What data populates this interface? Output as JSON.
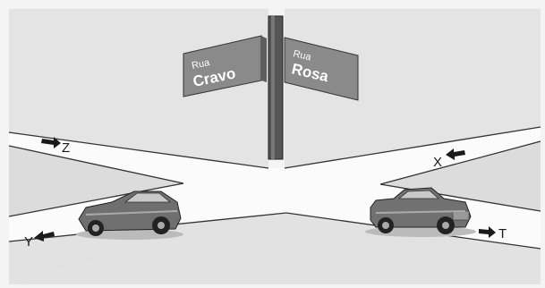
{
  "signs": {
    "left": {
      "top": "Rua",
      "main": "Cravo"
    },
    "right": {
      "top": "Rua",
      "main": "Rosa"
    }
  },
  "directions": {
    "z": "Z",
    "y": "Y",
    "x": "X",
    "t": "T"
  }
}
